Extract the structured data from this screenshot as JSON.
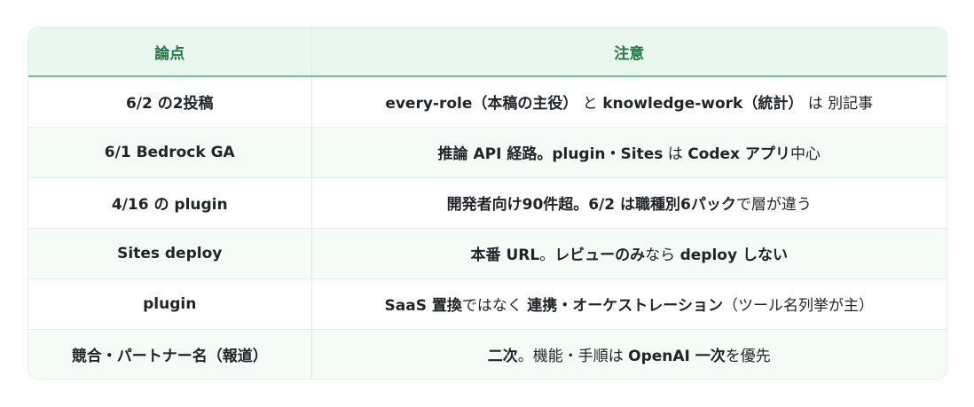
{
  "header": {
    "col1": "論点",
    "col2": "注意"
  },
  "rows": [
    {
      "topic": "6/2 の2投稿",
      "note": [
        {
          "t": "every-role（本稿の主役）",
          "b": true
        },
        {
          "t": " と ",
          "b": false
        },
        {
          "t": "knowledge-work（統計）",
          "b": true
        },
        {
          "t": " は 別記事",
          "b": false
        }
      ]
    },
    {
      "topic": "6/1 Bedrock GA",
      "note": [
        {
          "t": "推論 API 経路。plugin・Sites",
          "b": true
        },
        {
          "t": " は ",
          "b": false
        },
        {
          "t": "Codex アプリ",
          "b": true
        },
        {
          "t": "中心",
          "b": false
        }
      ]
    },
    {
      "topic": "4/16 の plugin",
      "note": [
        {
          "t": "開発者向け90件超。6/2 は職種別6パック",
          "b": true
        },
        {
          "t": "で層が違う",
          "b": false
        }
      ]
    },
    {
      "topic": "Sites deploy",
      "note": [
        {
          "t": "本番 URL",
          "b": true
        },
        {
          "t": "。",
          "b": false
        },
        {
          "t": "レビューのみ",
          "b": true
        },
        {
          "t": "なら ",
          "b": false
        },
        {
          "t": "deploy しない",
          "b": true
        }
      ]
    },
    {
      "topic": "plugin",
      "note": [
        {
          "t": "SaaS 置換",
          "b": true
        },
        {
          "t": "ではなく ",
          "b": false
        },
        {
          "t": "連携・オーケストレーション",
          "b": true
        },
        {
          "t": "（ツール名列挙が主）",
          "b": false
        }
      ]
    },
    {
      "topic": "競合・パートナー名（報道）",
      "note": [
        {
          "t": "二次",
          "b": true
        },
        {
          "t": "。機能・手順は ",
          "b": false
        },
        {
          "t": "OpenAI 一次",
          "b": true
        },
        {
          "t": "を優先",
          "b": false
        }
      ]
    }
  ]
}
